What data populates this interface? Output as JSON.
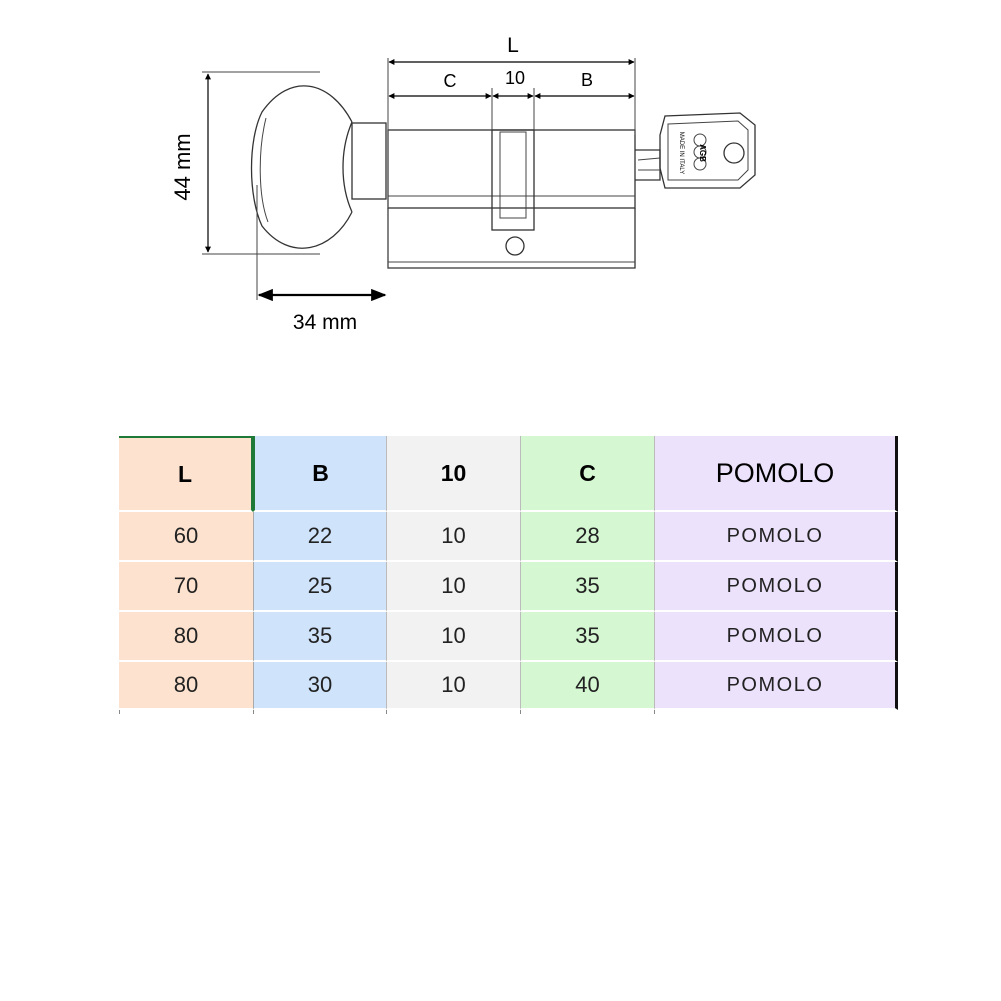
{
  "diagram": {
    "label_L": "L",
    "label_C": "C",
    "label_10": "10",
    "label_B": "B",
    "height_label": "44 mm",
    "width_label": "34 mm",
    "key_text_1": "AGB",
    "key_text_2": "MADE IN ITALY"
  },
  "table": {
    "headers": [
      "L",
      "B",
      "10",
      "C",
      "POMOLO"
    ],
    "rows": [
      [
        "60",
        "22",
        "10",
        "28",
        "POMOLO"
      ],
      [
        "70",
        "25",
        "10",
        "35",
        "POMOLO"
      ],
      [
        "80",
        "35",
        "10",
        "35",
        "POMOLO"
      ],
      [
        "80",
        "30",
        "10",
        "40",
        "POMOLO"
      ]
    ],
    "colors": [
      "#fde3cf",
      "#cfe3fa",
      "#f2f2f2",
      "#d5f7d2",
      "#ece2fb"
    ]
  }
}
